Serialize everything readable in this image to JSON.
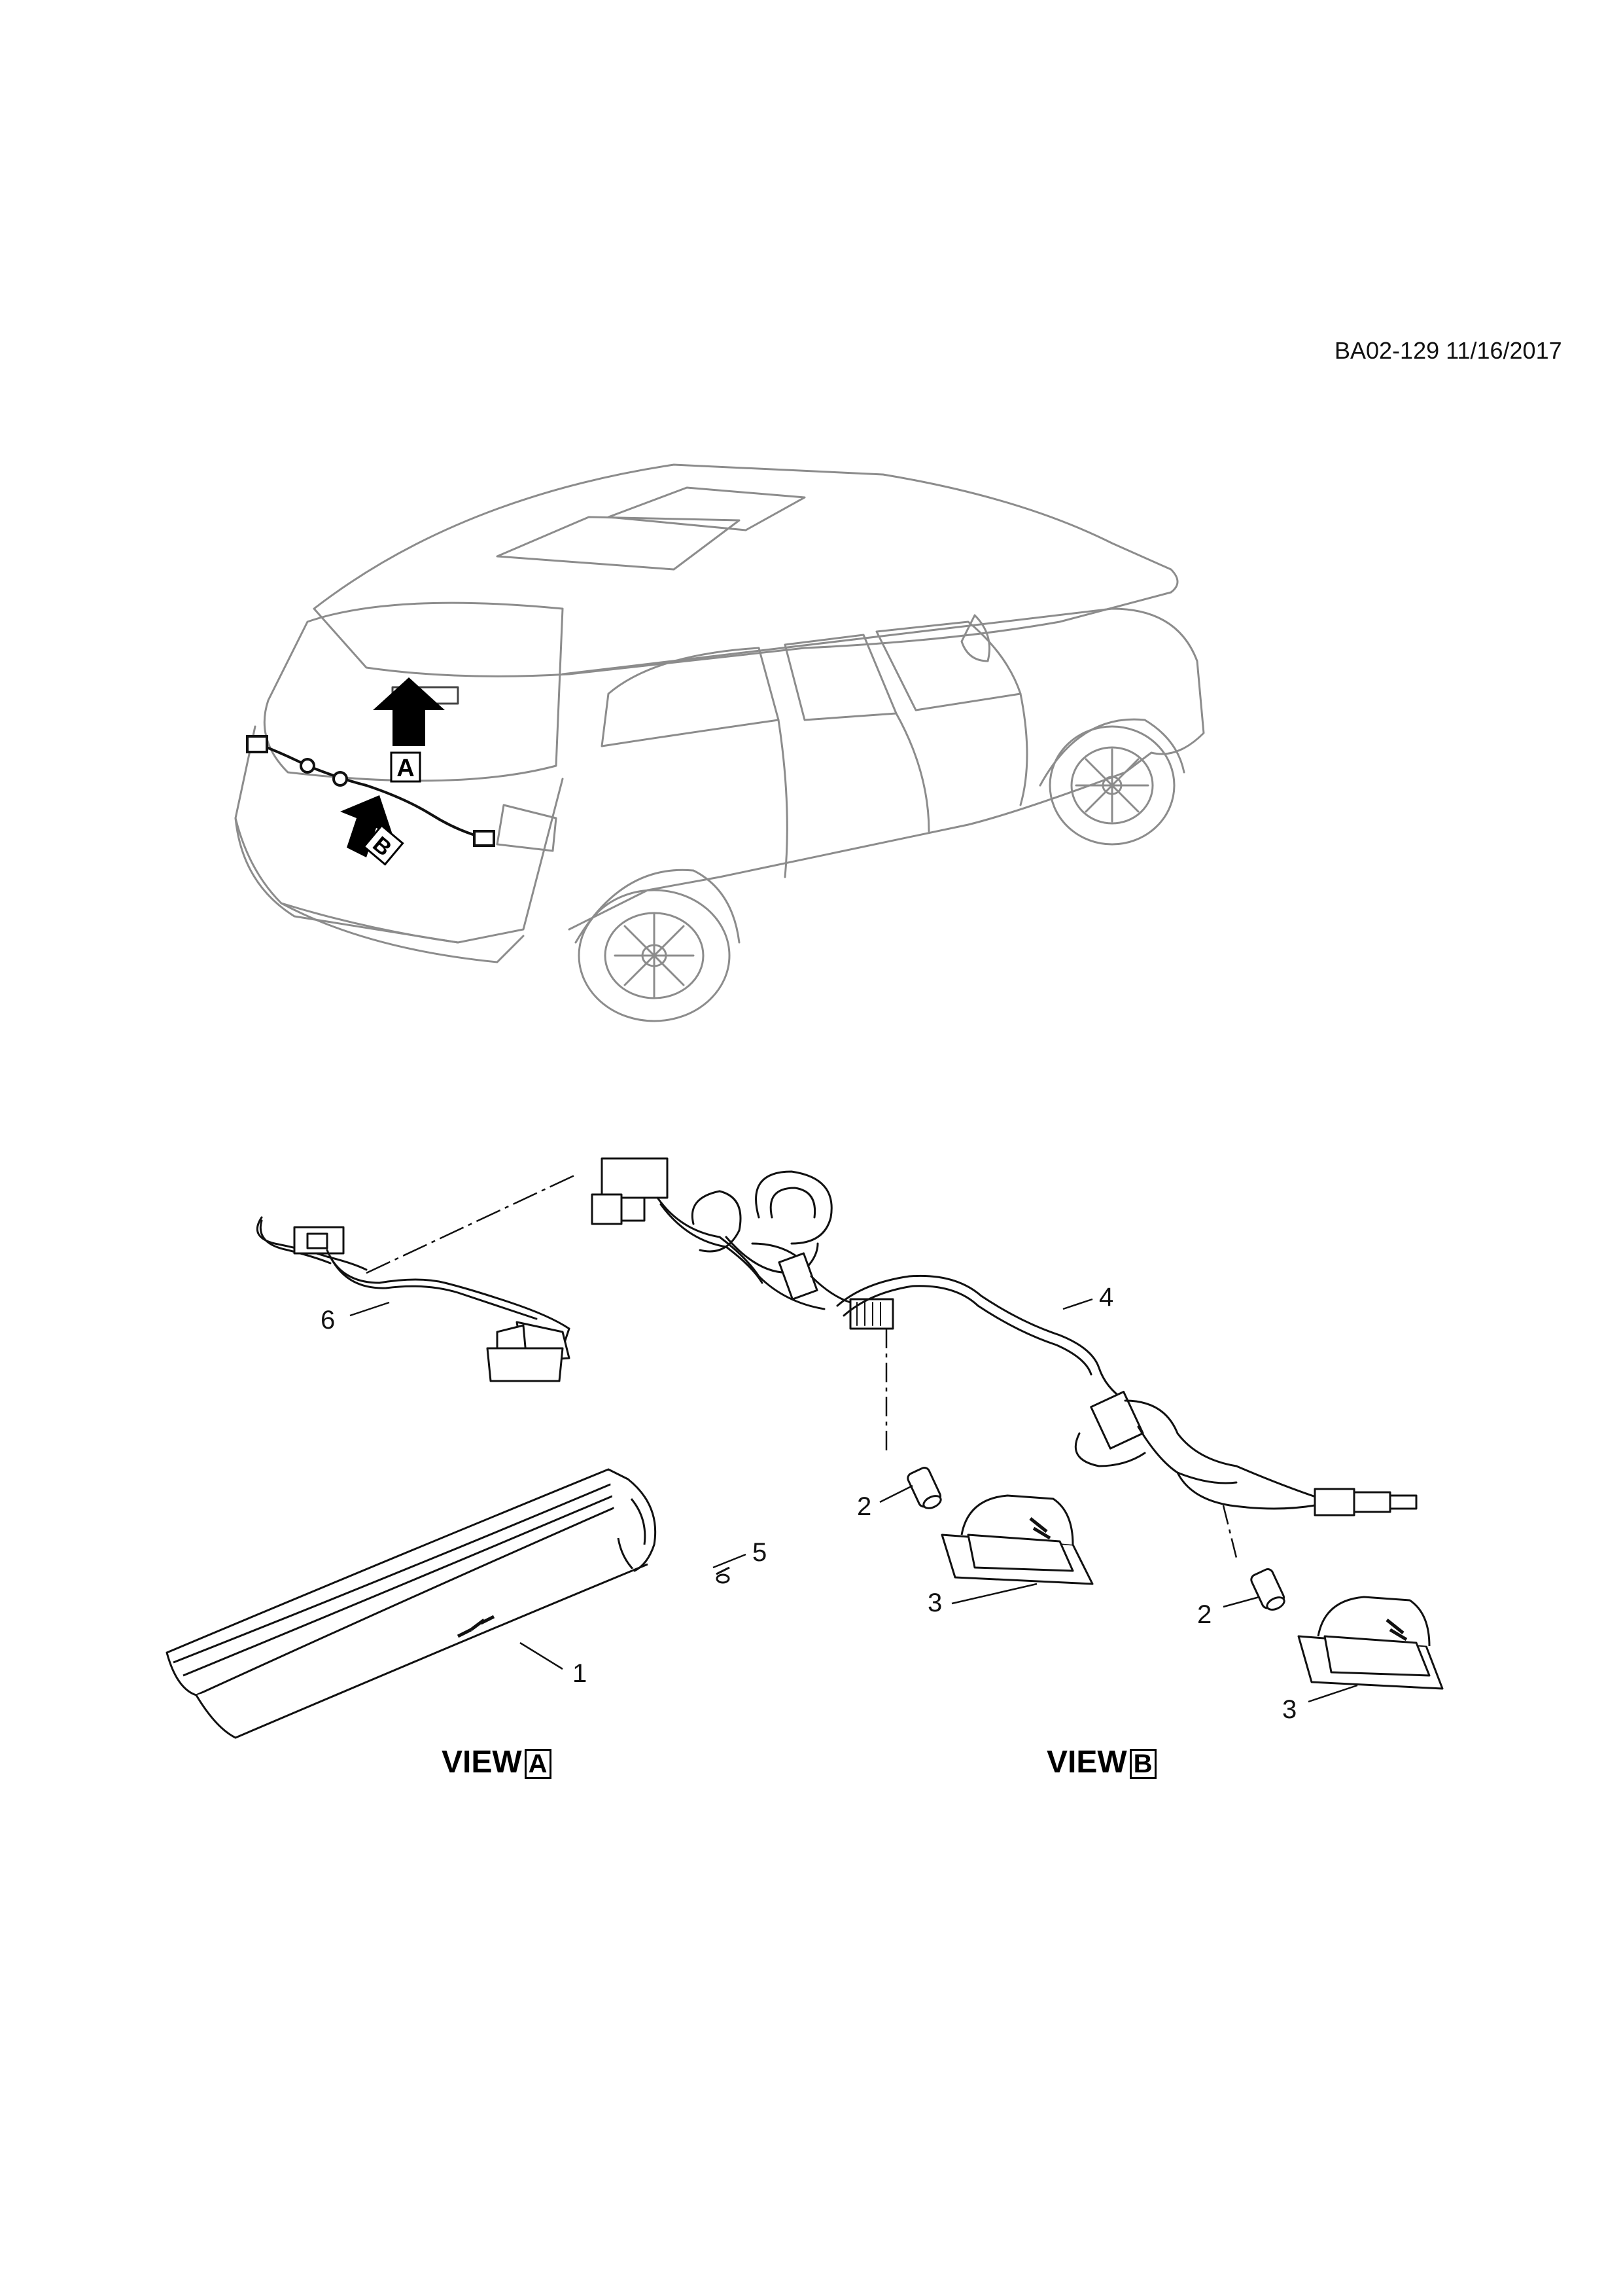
{
  "document": {
    "code": "BA02-129 11/16/2017"
  },
  "callouts": [
    "1",
    "2",
    "2",
    "3",
    "3",
    "4",
    "5",
    "6"
  ],
  "view_markers": {
    "a": "A",
    "b": "B"
  },
  "views": [
    {
      "word": "VIEW",
      "letter": "A"
    },
    {
      "word": "VIEW",
      "letter": "B"
    }
  ]
}
